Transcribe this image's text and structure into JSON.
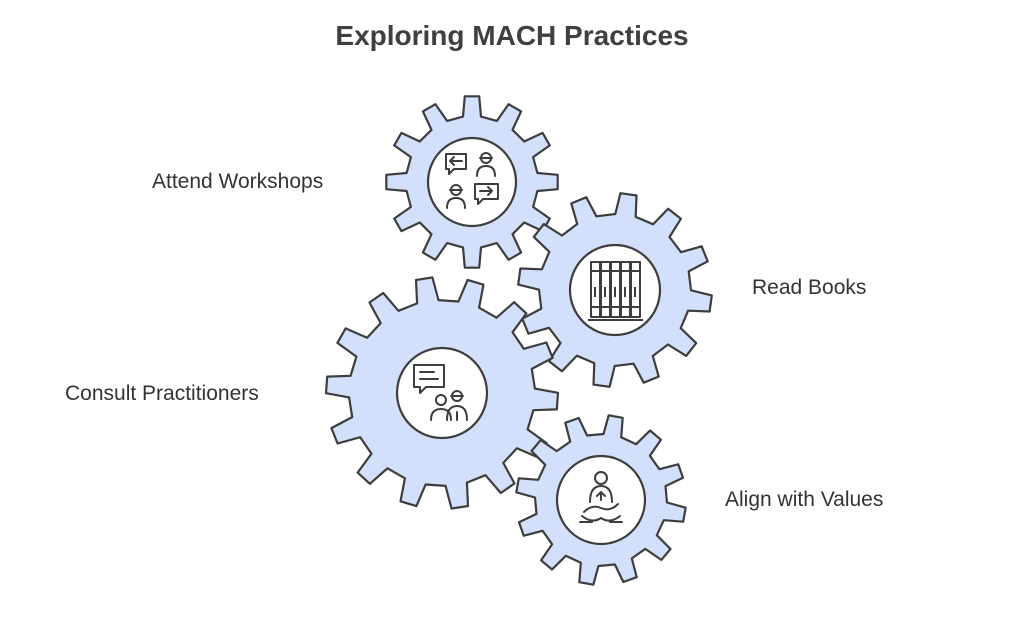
{
  "title": "Exploring MACH Practices",
  "colors": {
    "gear_fill": "#d2e0fb",
    "gear_stroke": "#3d3d3d",
    "hub_fill": "#ffffff",
    "text": "#333333"
  },
  "gears": [
    {
      "label": "Attend Workshops",
      "icon": "workshop-dialogue-icon"
    },
    {
      "label": "Read Books",
      "icon": "books-icon"
    },
    {
      "label": "Consult Practitioners",
      "icon": "consultation-icon"
    },
    {
      "label": "Align with Values",
      "icon": "meditation-icon"
    }
  ]
}
